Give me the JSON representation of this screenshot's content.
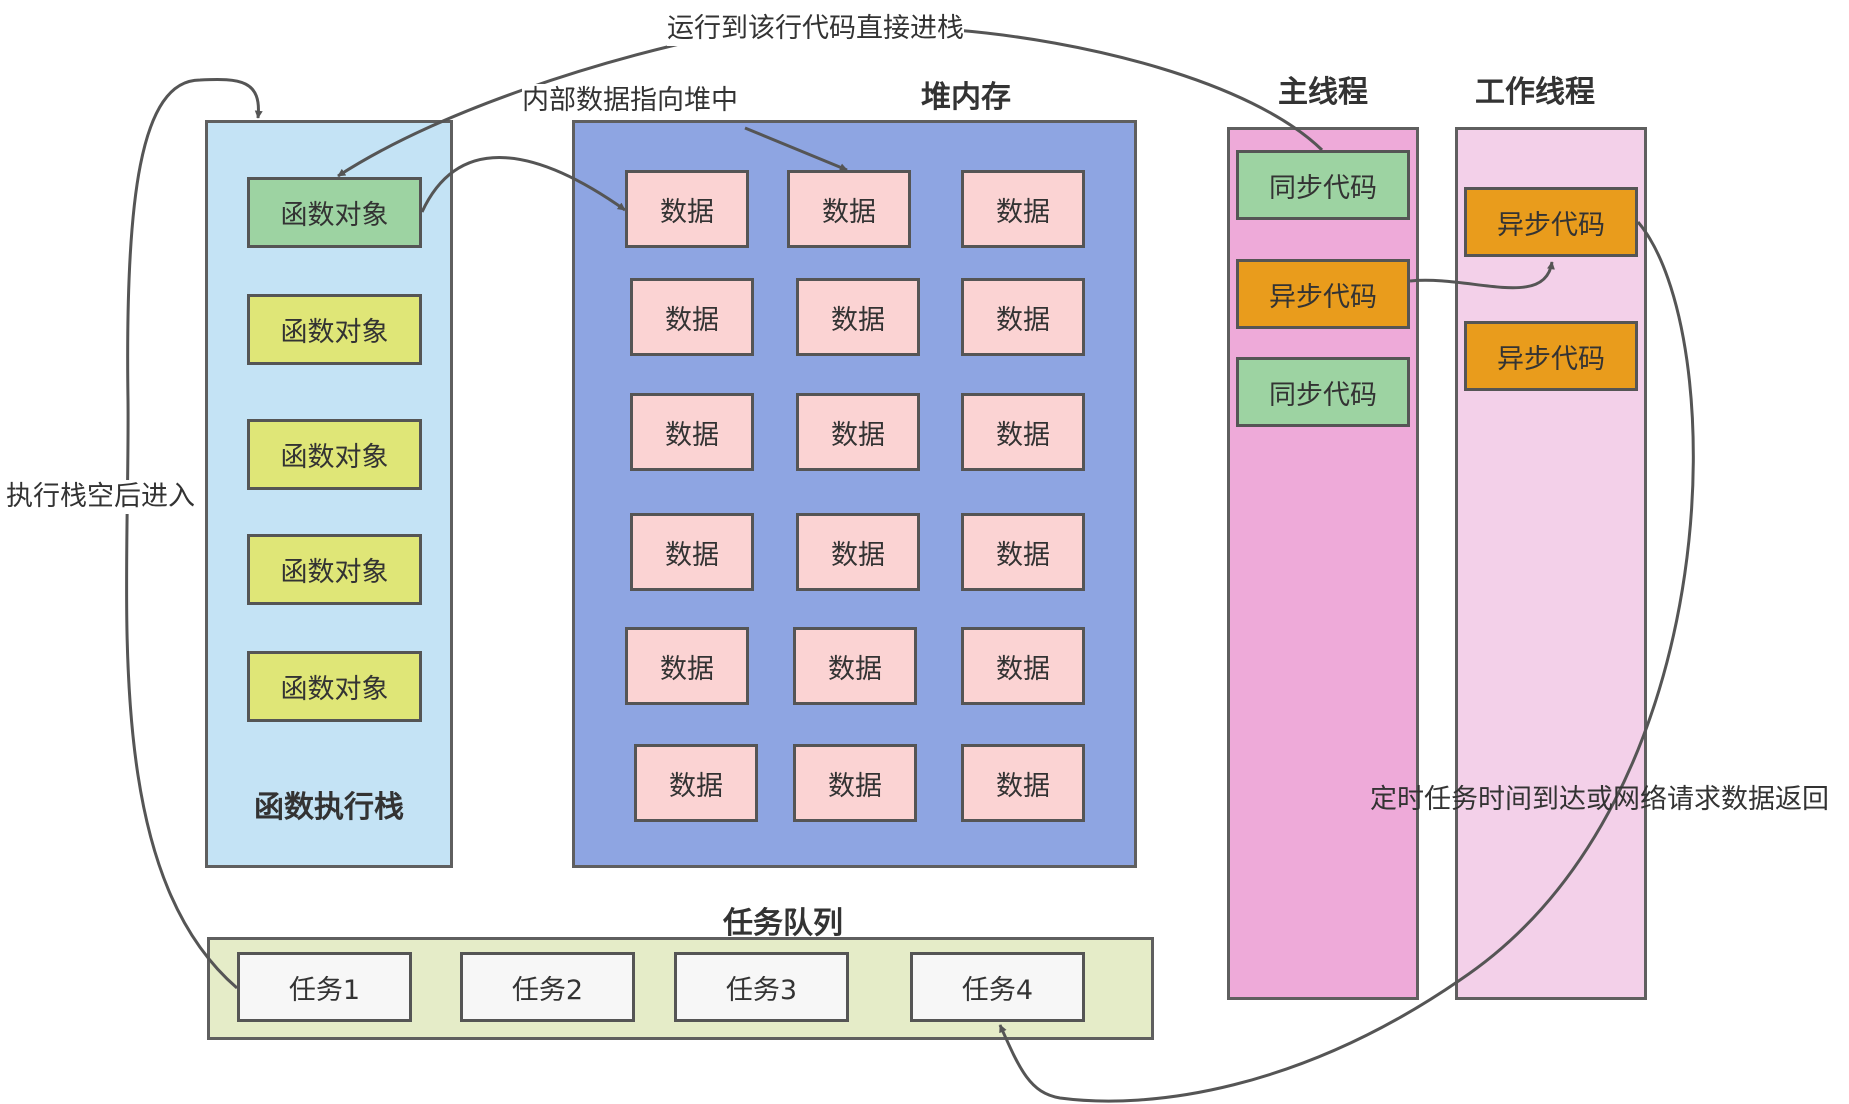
{
  "stack": {
    "title": "函数执行栈",
    "items": [
      "函数对象",
      "函数对象",
      "函数对象",
      "函数对象",
      "函数对象"
    ]
  },
  "heap": {
    "title": "堆内存",
    "cell_label": "数据"
  },
  "main_thread": {
    "title": "主线程",
    "items": [
      "同步代码",
      "异步代码",
      "同步代码"
    ]
  },
  "worker_thread": {
    "title": "工作线程",
    "items": [
      "异步代码",
      "异步代码"
    ]
  },
  "queue": {
    "title": "任务队列",
    "items": [
      "任务1",
      "任务2",
      "任务3",
      "任务4"
    ]
  },
  "annotations": {
    "push_to_stack": "运行到该行代码直接进栈",
    "points_to_heap": "内部数据指向堆中",
    "enter_when_empty": "执行栈空后进入",
    "task_returns": "定时任务时间到达或网络请求数据返回"
  },
  "colors": {
    "stack_bg": "#c4e3f5",
    "heap_bg": "#8ea5e2",
    "main_bg": "#eeaad9",
    "worker_bg": "#f3d0e9",
    "queue_bg": "#e5ecc8",
    "fn_active": "#9dd3a2",
    "fn": "#dfe677",
    "data": "#fbd3d3",
    "sync": "#9dd3a2",
    "async": "#e99c1c",
    "task": "#f7f7f7"
  }
}
